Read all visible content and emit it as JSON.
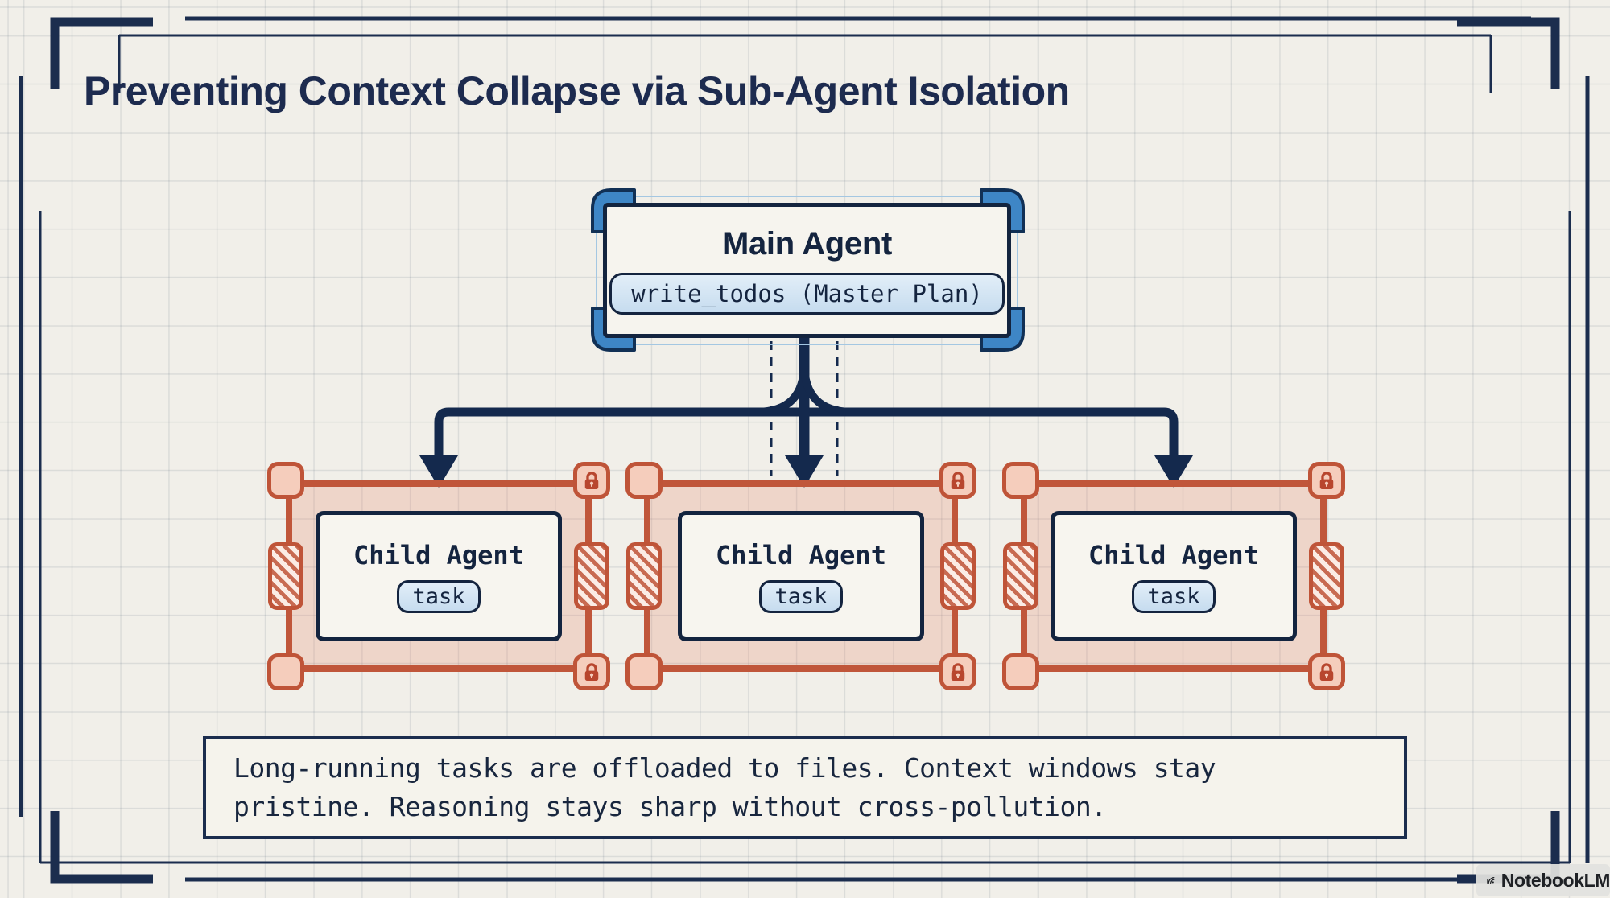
{
  "title": "Preventing Context Collapse via Sub-Agent Isolation",
  "main_agent": {
    "label": "Main Agent",
    "chip": "write_todos (Master Plan)"
  },
  "child_agents": [
    {
      "label": "Child Agent",
      "chip": "task"
    },
    {
      "label": "Child Agent",
      "chip": "task"
    },
    {
      "label": "Child Agent",
      "chip": "task"
    }
  ],
  "caption": "Long-running tasks are offloaded to files. Context windows stay pristine. Reasoning stays sharp without cross-pollution.",
  "watermark": {
    "label": "NotebookLM"
  },
  "icons": {
    "lock": "lock-icon",
    "corner_bracket": "selection-corner-bracket-icon",
    "arrow": "arrow-down-icon",
    "logo": "notebooklm-logo-icon"
  },
  "colors": {
    "paper": "#f1efe9",
    "navy": "#14294d",
    "accent_blue": "#3e86c6",
    "selection_blue": "#a4c7e2",
    "chip_blue": "#cfe2f3",
    "frame_red": "#bf5438",
    "handle_salmon": "#f5cdbc",
    "frame_fill": "rgba(228,130,100,0.24)"
  }
}
